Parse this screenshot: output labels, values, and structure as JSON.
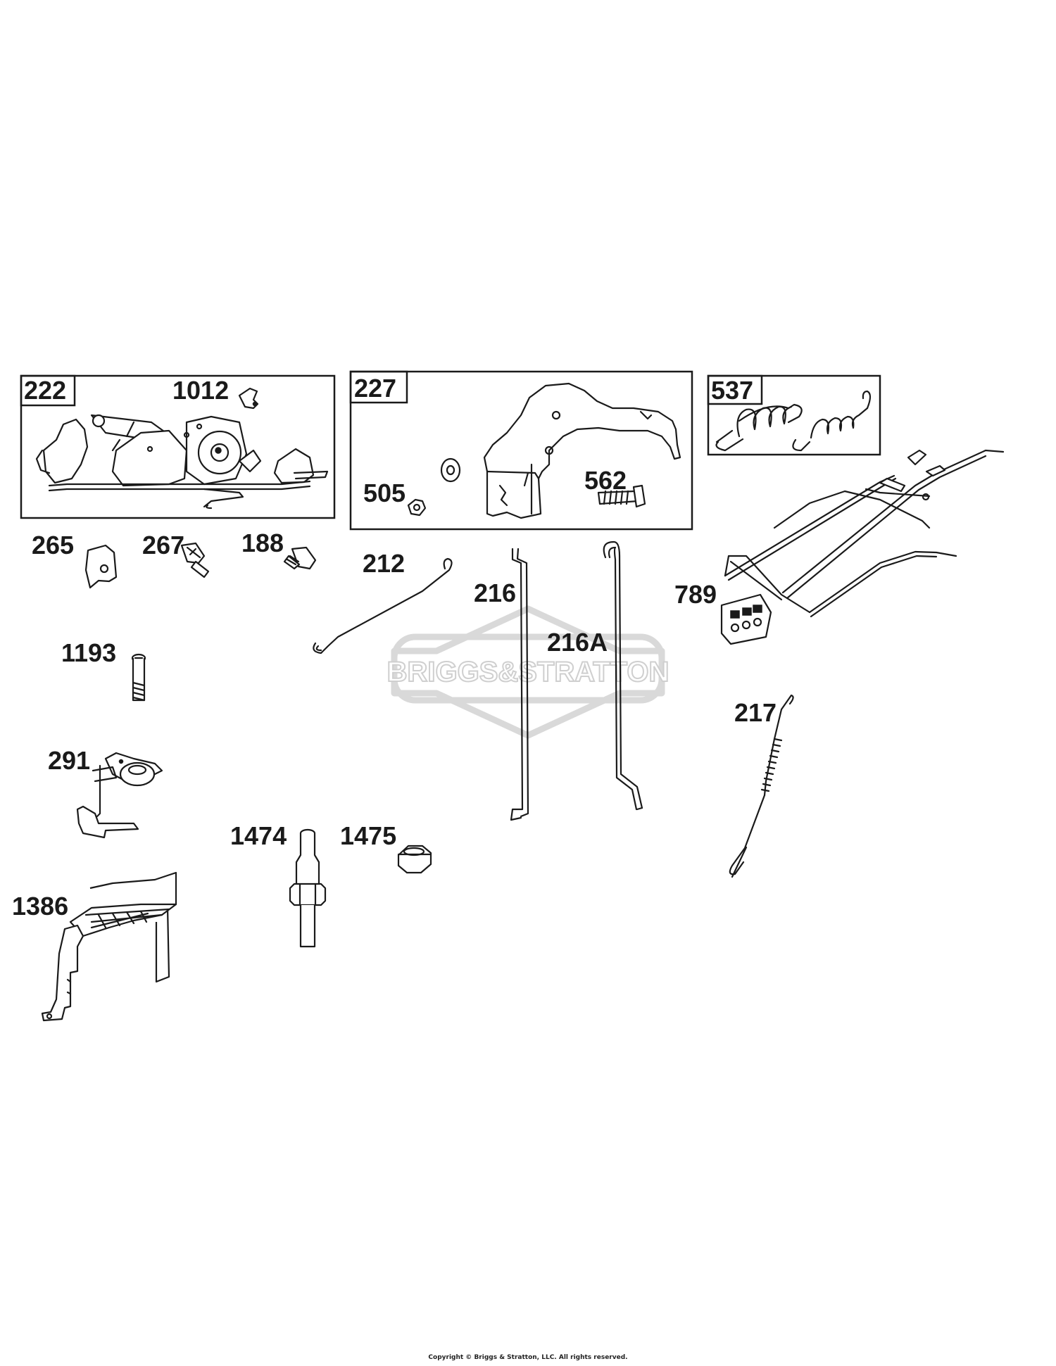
{
  "diagram": {
    "watermark": "BRIGGS&STRATTON",
    "copyright": "Copyright © Briggs & Stratton, LLC. All rights reserved.",
    "callouts": [
      {
        "id": "222",
        "boxed": true
      },
      {
        "id": "1012",
        "boxed": false
      },
      {
        "id": "227",
        "boxed": true
      },
      {
        "id": "505",
        "boxed": false
      },
      {
        "id": "562",
        "boxed": false
      },
      {
        "id": "537",
        "boxed": true
      },
      {
        "id": "265",
        "boxed": false
      },
      {
        "id": "267",
        "boxed": false
      },
      {
        "id": "188",
        "boxed": false
      },
      {
        "id": "212",
        "boxed": false
      },
      {
        "id": "216",
        "boxed": false
      },
      {
        "id": "216A",
        "boxed": false
      },
      {
        "id": "789",
        "boxed": false
      },
      {
        "id": "1193",
        "boxed": false
      },
      {
        "id": "217",
        "boxed": false
      },
      {
        "id": "291",
        "boxed": false
      },
      {
        "id": "1474",
        "boxed": false
      },
      {
        "id": "1475",
        "boxed": false
      },
      {
        "id": "1386",
        "boxed": false
      }
    ]
  }
}
